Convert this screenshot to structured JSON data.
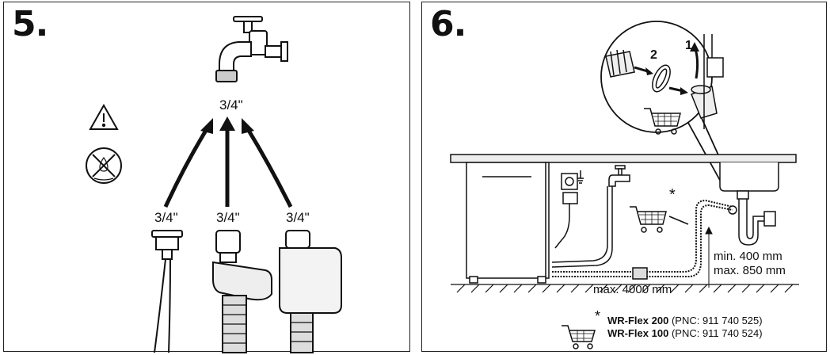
{
  "step5": {
    "number": "5.",
    "tap_thread": "3/4\"",
    "hose_threads": [
      "3/4\"",
      "3/4\"",
      "3/4\""
    ]
  },
  "step6": {
    "number": "6.",
    "zoom_callouts": [
      "2",
      "1"
    ],
    "accessory_marker": "*",
    "height_min": "min. 400 mm",
    "height_max": "max. 850 mm",
    "length_max": "max. 4000 mm",
    "accessories": [
      {
        "name": "WR-Flex 200",
        "pnc": "(PNC: 911 740 525)"
      },
      {
        "name": "WR-Flex 100",
        "pnc": "(PNC: 911 740 524)"
      }
    ]
  }
}
